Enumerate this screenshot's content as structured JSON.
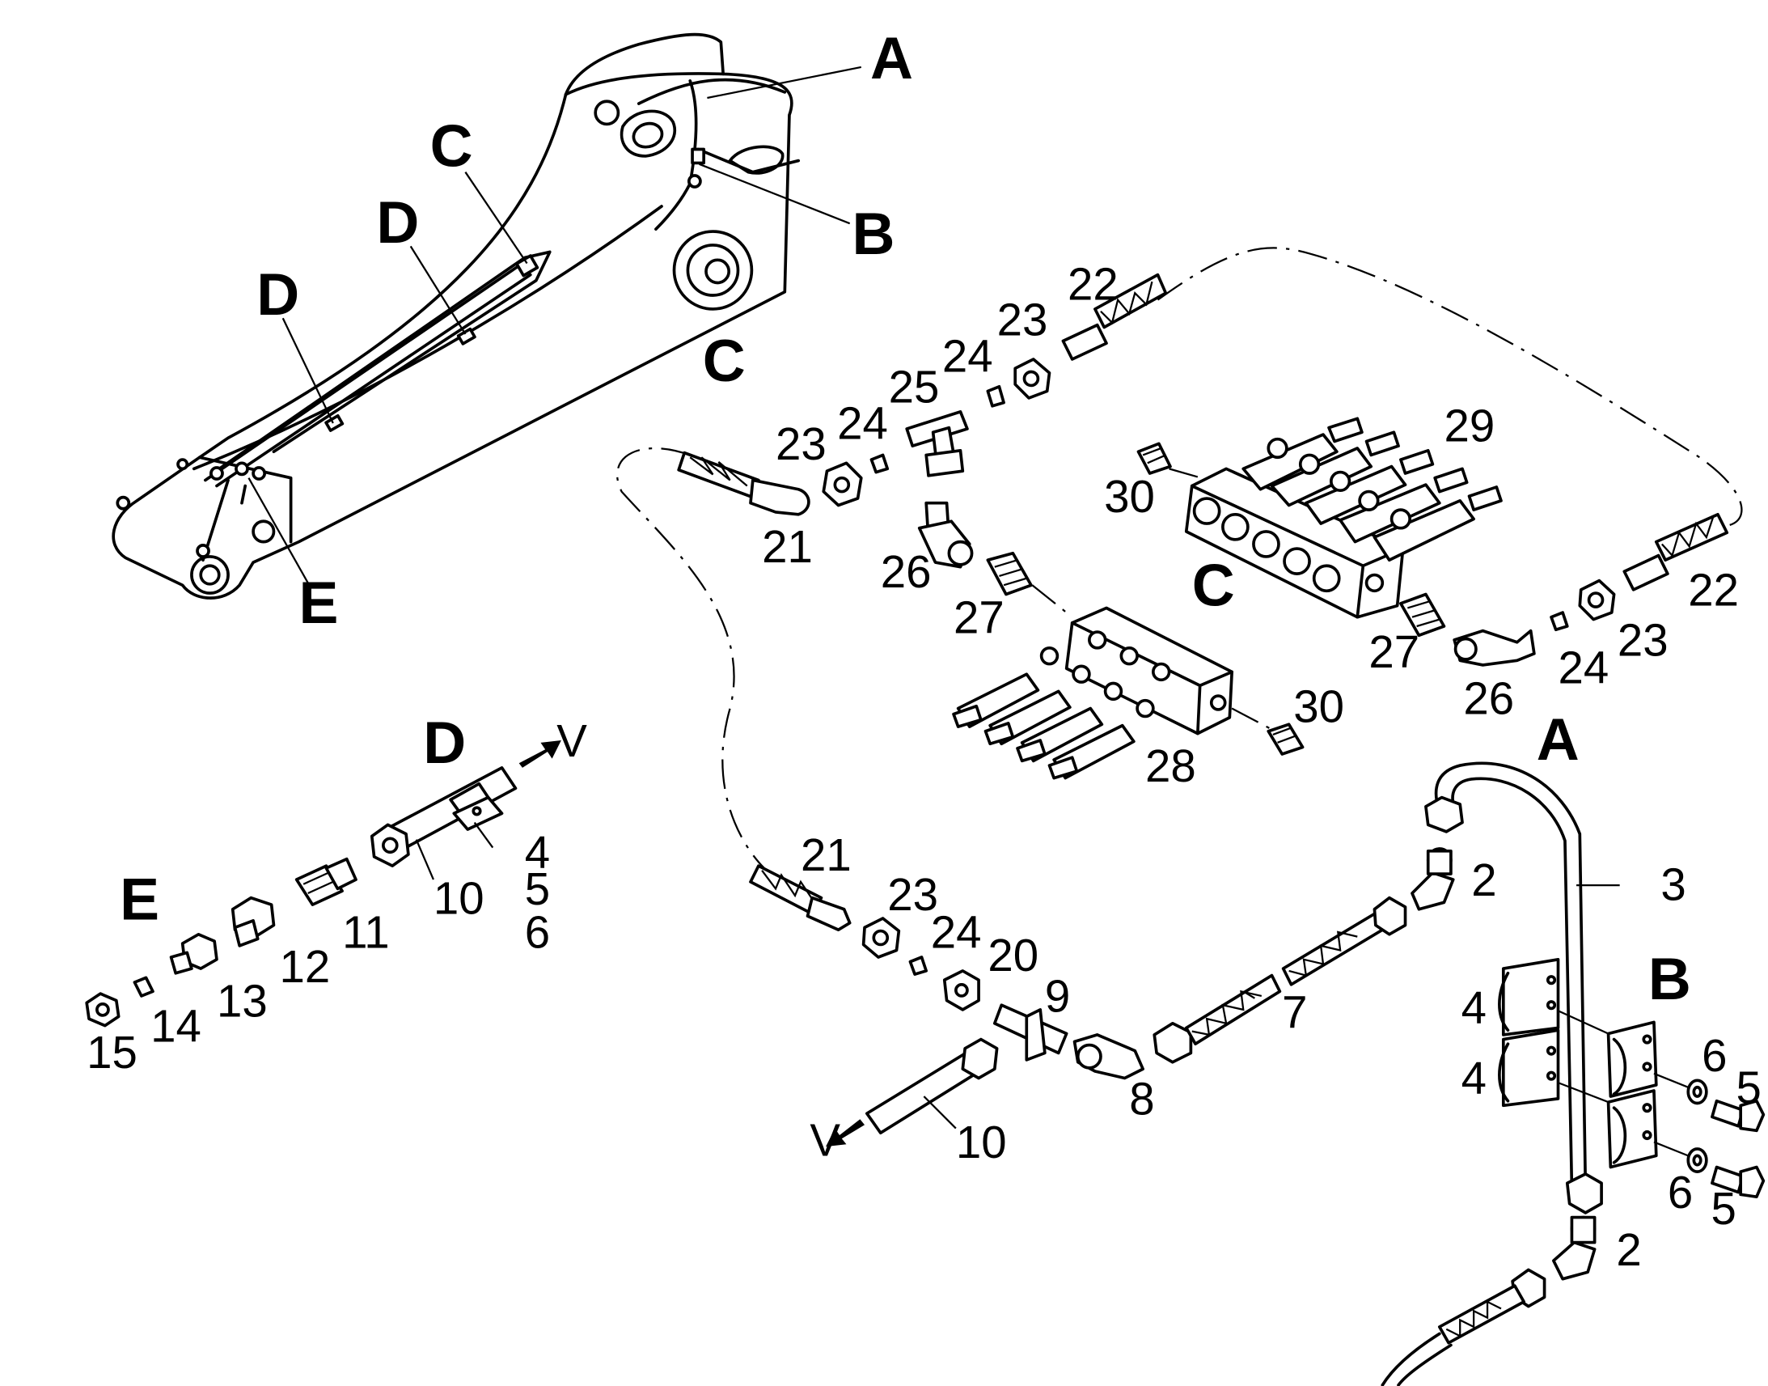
{
  "view_labels": {
    "A_top": "A",
    "B_top": "B",
    "C_top": "C",
    "D_top1": "D",
    "D_top2": "D",
    "E_top": "E",
    "C_mid": "C",
    "C_right": "C",
    "A_right": "A",
    "B_right": "B",
    "D_left": "D",
    "E_left": "E"
  },
  "flow_labels": {
    "v_top": "V",
    "v_bottom": "V"
  },
  "callouts": {
    "c21a": "21",
    "c23a": "23",
    "c24a": "24",
    "c25": "25",
    "c24b": "24",
    "c23b": "23",
    "c22a": "22",
    "c26a": "26",
    "c27a": "27",
    "c29": "29",
    "c30a": "30",
    "c28": "28",
    "c30b": "30",
    "c27b": "27",
    "c26b": "26",
    "c24c": "24",
    "c23c": "23",
    "c22b": "22",
    "c4a": "4",
    "c5a": "5",
    "c6a": "6",
    "c10a": "10",
    "c11": "11",
    "c12": "12",
    "c13": "13",
    "c14": "14",
    "c15": "15",
    "c21b": "21",
    "c23d": "23",
    "c24d": "24",
    "c20": "20",
    "c9": "9",
    "c8": "8",
    "c7": "7",
    "c10b": "10",
    "c2a": "2",
    "c3": "3",
    "c4b": "4",
    "c4c": "4",
    "c6b": "6",
    "c5b": "5",
    "c6c": "6",
    "c5c": "5",
    "c2b": "2"
  }
}
